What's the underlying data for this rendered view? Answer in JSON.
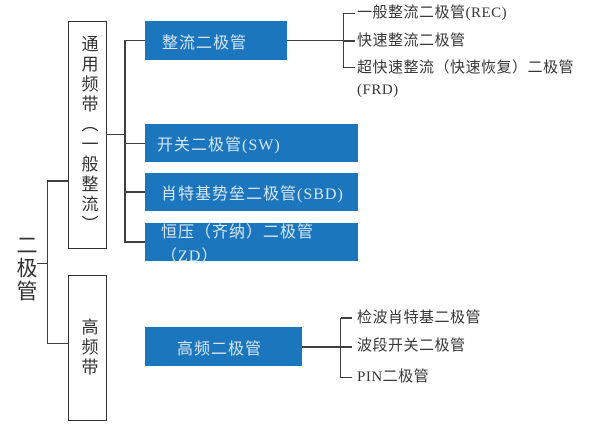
{
  "colors": {
    "category_box_fill": "#1b76bd",
    "category_box_text": "#d5e5f3",
    "connector_line": "#3f3f3f",
    "text_dark": "#333333",
    "background": "#ffffff"
  },
  "tree": {
    "root_label": "二极管",
    "branches": [
      {
        "label": "通用频带（一般整流）",
        "children": [
          {
            "label": "整流二极管",
            "leaves": [
              "一般整流二极管(REC)",
              "快速整流二极管",
              "超快速整流（快速恢复）二极管\n(FRD)"
            ]
          },
          {
            "label": "开关二极管(SW)",
            "leaves": []
          },
          {
            "label": "肖特基势垒二极管(SBD)",
            "leaves": []
          },
          {
            "label": "恒压（齐纳）二极管（ZD）",
            "leaves": []
          }
        ]
      },
      {
        "label": "高频带",
        "children": [
          {
            "label": "高频二极管",
            "leaves": [
              "检波肖特基二极管",
              "波段开关二极管",
              "PIN二极管"
            ]
          }
        ]
      }
    ]
  }
}
